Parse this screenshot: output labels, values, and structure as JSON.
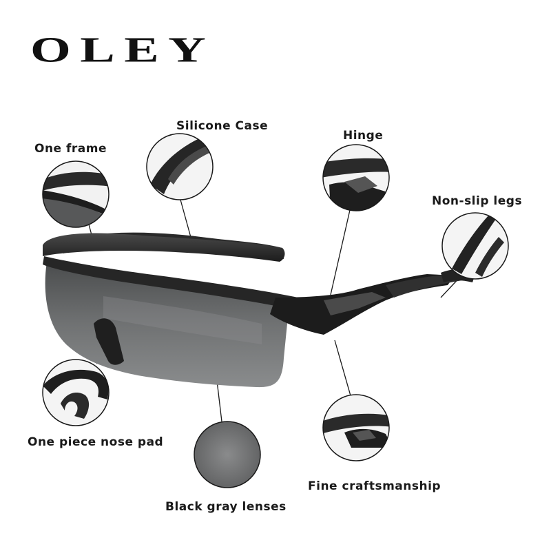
{
  "brand": {
    "logo_text": "OLEY"
  },
  "callouts": {
    "silicone_case": "Silicone Case",
    "one_frame": "One frame",
    "hinge": "Hinge",
    "non_slip_legs": "Non-slip legs",
    "nose_pad": "One piece nose pad",
    "craftsmanship": "Fine craftsmanship",
    "lenses": "Black gray lenses"
  },
  "colors": {
    "frame": "#2b2b2b",
    "frame_highlight": "#555555",
    "lens": "#6b6d6e",
    "lens_dark": "#3e4041",
    "text": "#1a1a1a",
    "circle_border": "#1a1a1a",
    "background": "#ffffff"
  }
}
